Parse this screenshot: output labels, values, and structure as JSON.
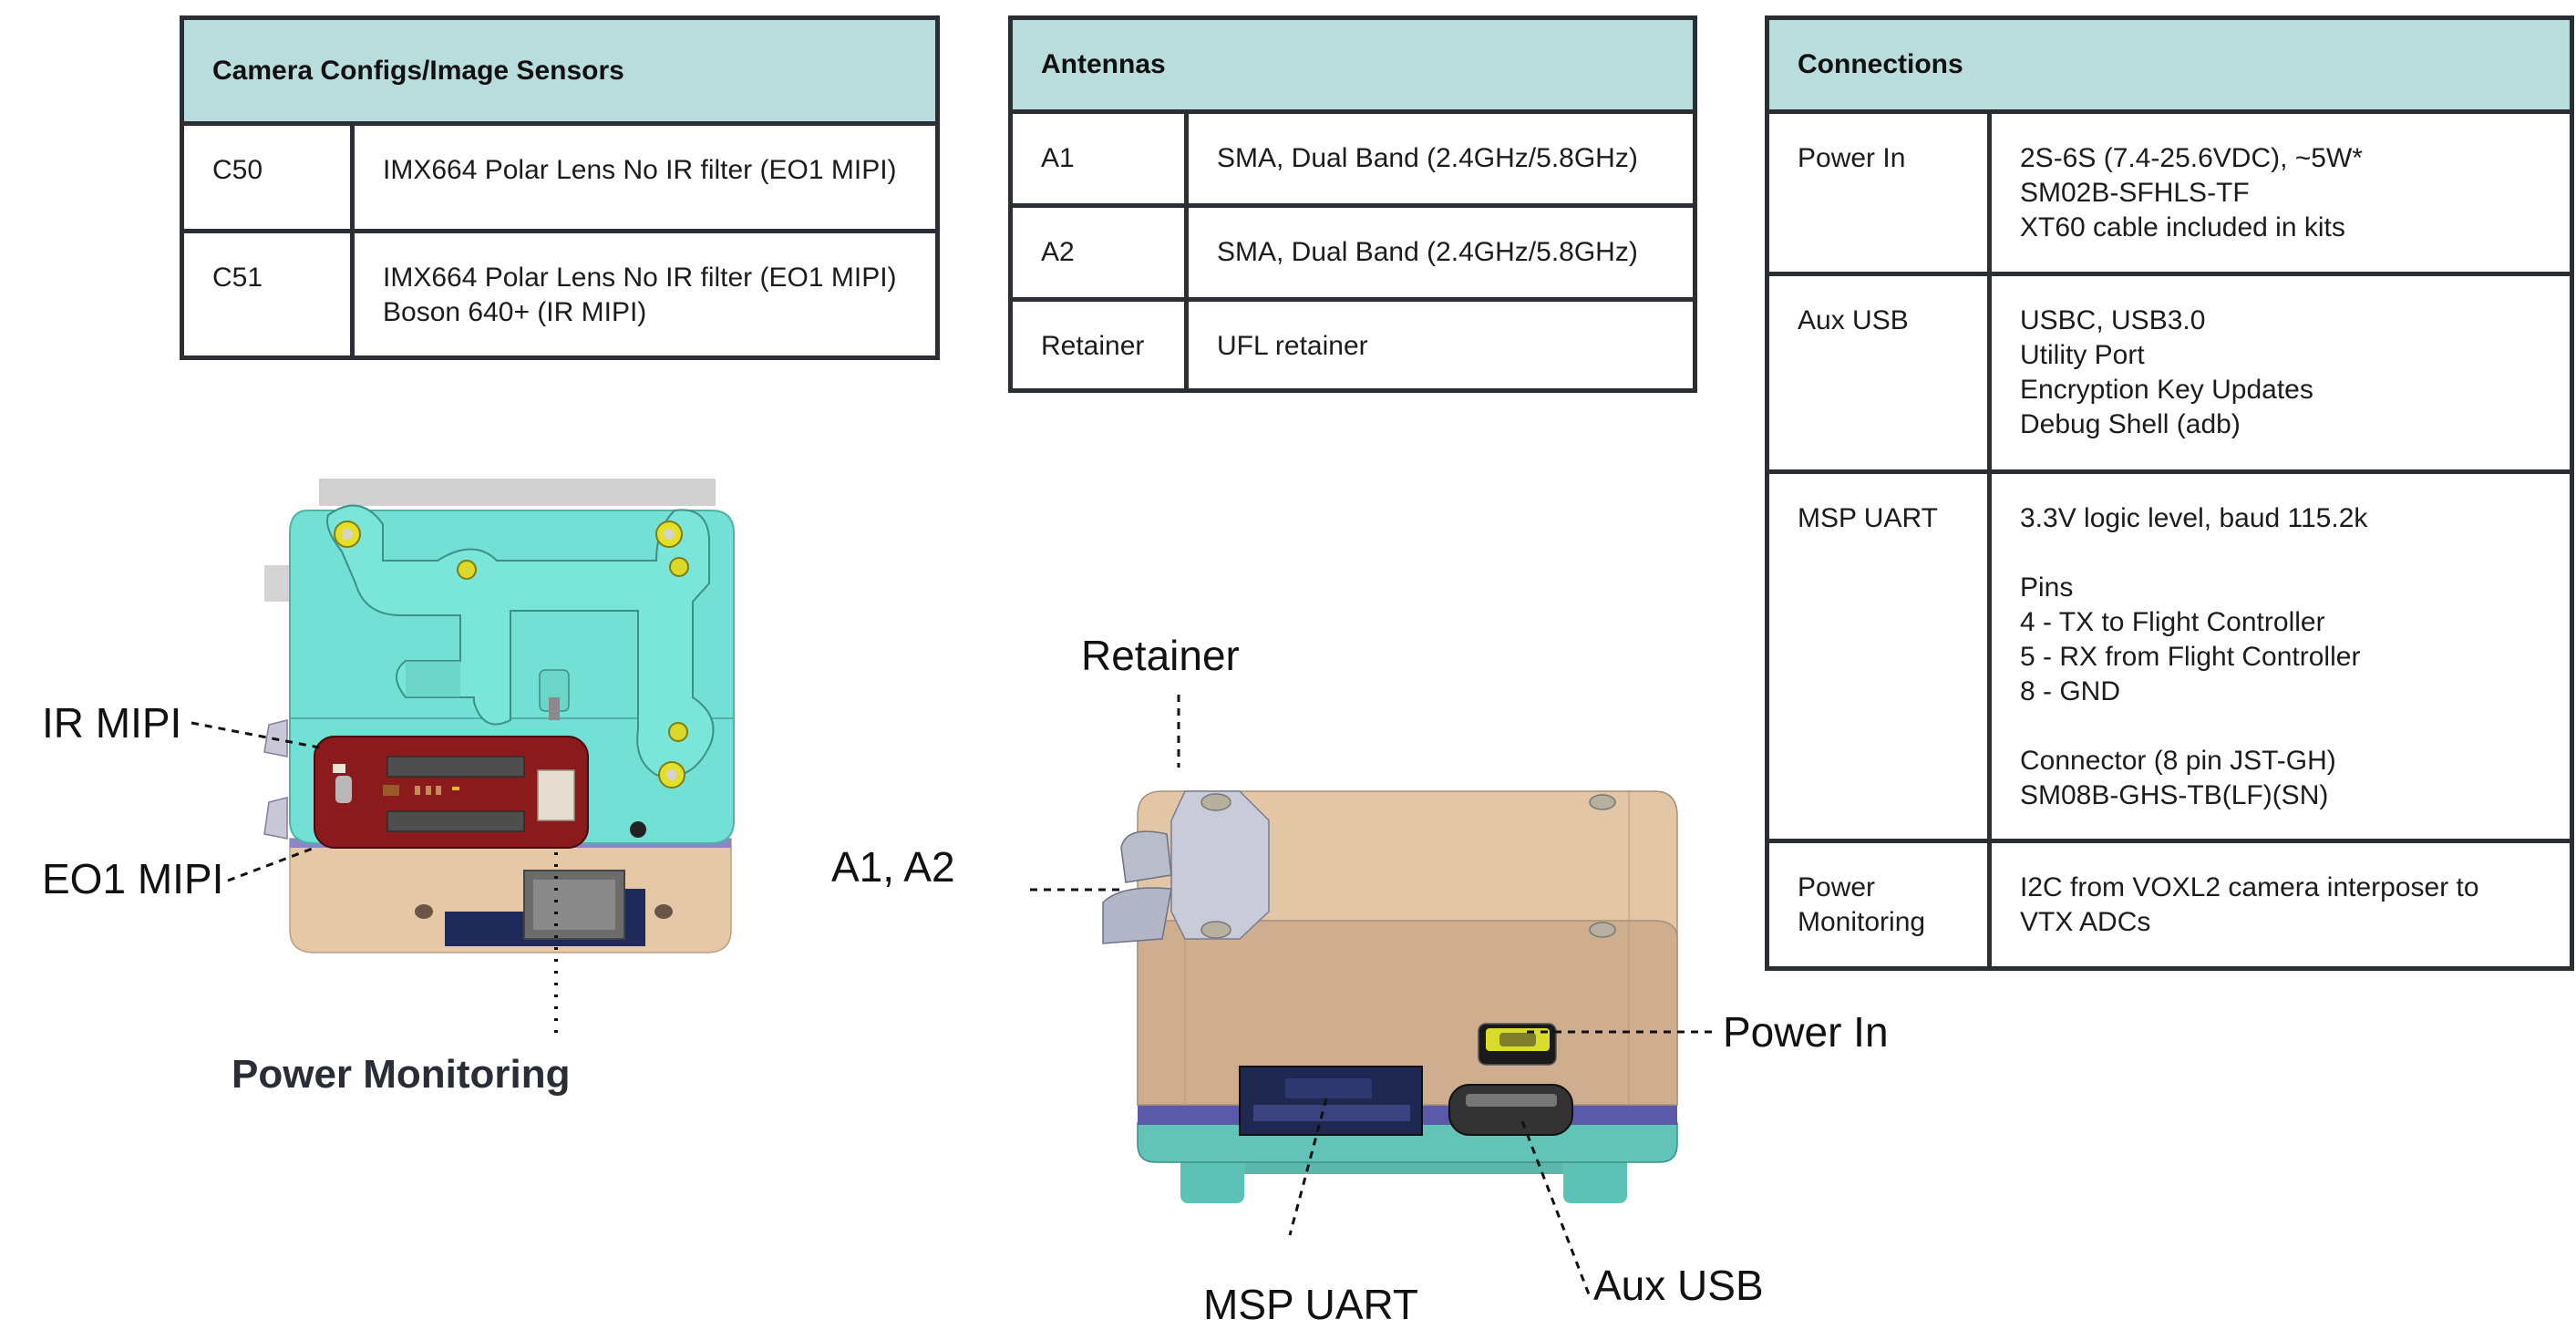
{
  "tables": {
    "camera": {
      "title": "Camera Configs/Image Sensors",
      "rows": [
        {
          "key": "C50",
          "value": "IMX664 Polar Lens No IR filter (EO1 MIPI)"
        },
        {
          "key": "C51",
          "value": "IMX664 Polar Lens No IR filter (EO1 MIPI)\nBoson 640+ (IR MIPI)"
        }
      ]
    },
    "antennas": {
      "title": "Antennas",
      "rows": [
        {
          "key": "A1",
          "value": "SMA, Dual Band (2.4GHz/5.8GHz)"
        },
        {
          "key": "A2",
          "value": "SMA, Dual Band (2.4GHz/5.8GHz)"
        },
        {
          "key": "Retainer",
          "value": "UFL retainer"
        }
      ]
    },
    "connections": {
      "title": "Connections",
      "rows": [
        {
          "key": "Power In",
          "value": "2S-6S (7.4-25.6VDC), ~5W*\nSM02B-SFHLS-TF\nXT60 cable included in kits"
        },
        {
          "key": "Aux USB",
          "value": "USBC, USB3.0\nUtility Port\nEncryption Key Updates\nDebug Shell (adb)"
        },
        {
          "key": "MSP UART",
          "value": "3.3V logic level, baud 115.2k\n\nPins\n4 - TX to Flight Controller\n5 - RX from Flight Controller\n8 - GND\n\nConnector (8 pin JST-GH)\nSM08B-GHS-TB(LF)(SN)"
        },
        {
          "key": "Power\nMonitoring",
          "value": "I2C from VOXL2 camera interposer to\nVTX ADCs"
        }
      ]
    }
  },
  "callouts": {
    "ir_mipi": "IR MIPI",
    "eo1_mipi": "EO1 MIPI",
    "power_monitoring": "Power Monitoring",
    "retainer": "Retainer",
    "a1_a2": "A1, A2",
    "power_in": "Power In",
    "msp_uart": "MSP UART",
    "aux_usb": "Aux USB"
  },
  "colors": {
    "header_bg": "#b9dcdc",
    "border": "#2b2e33",
    "teal_body": "#72e0d4",
    "tan_body": "#e7c9a8",
    "pcb_red": "#8a1a1c",
    "purple_band": "#5b5aa8",
    "connector_yellow": "#d9dc2a"
  }
}
